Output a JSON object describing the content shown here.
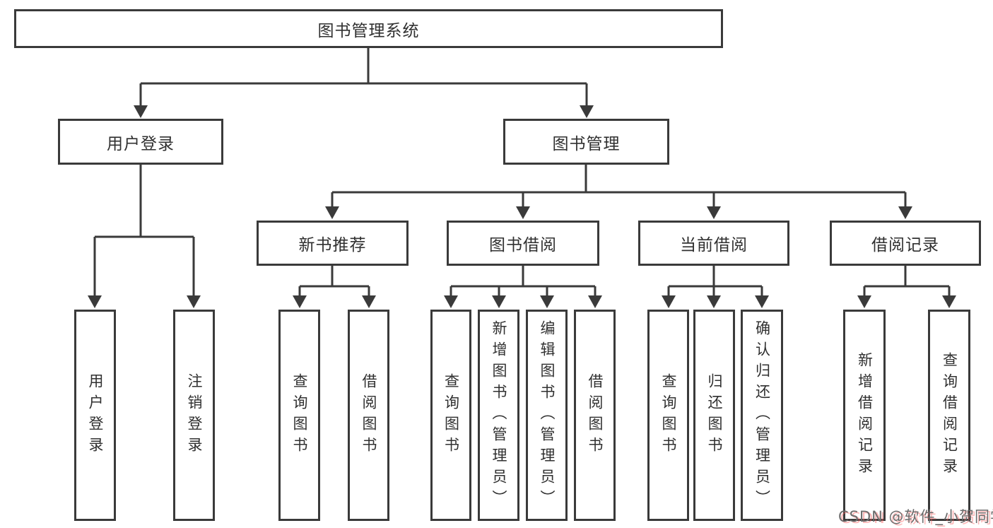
{
  "diagram_title": "图书管理系统",
  "nodes": {
    "root": {
      "label": "图书管理系统"
    },
    "level2": [
      {
        "label": "用户登录"
      },
      {
        "label": "图书管理"
      }
    ],
    "level3": [
      {
        "label": "新书推荐"
      },
      {
        "label": "图书借阅"
      },
      {
        "label": "当前借阅"
      },
      {
        "label": "借阅记录"
      }
    ],
    "leaves": [
      {
        "label": "用户登录"
      },
      {
        "label": "注销登录"
      },
      {
        "label": "查询图书"
      },
      {
        "label": "借阅图书"
      },
      {
        "label": "查询图书"
      },
      {
        "label": "新增图书（管理员）"
      },
      {
        "label": "编辑图书（管理员）"
      },
      {
        "label": "借阅图书"
      },
      {
        "label": "查询图书"
      },
      {
        "label": "归还图书"
      },
      {
        "label": "确认归还（管理员）"
      },
      {
        "label": "新增借阅记录"
      },
      {
        "label": "查询借阅记录"
      }
    ]
  },
  "hierarchy": {
    "图书管理系统": {
      "用户登录": [
        "用户登录",
        "注销登录"
      ],
      "图书管理": {
        "新书推荐": [
          "查询图书",
          "借阅图书"
        ],
        "图书借阅": [
          "查询图书",
          "新增图书（管理员）",
          "编辑图书（管理员）",
          "借阅图书"
        ],
        "当前借阅": [
          "查询图书",
          "归还图书",
          "确认归还（管理员）"
        ],
        "借阅记录": [
          "新增借阅记录",
          "查询借阅记录"
        ]
      }
    }
  },
  "watermark": {
    "text": "CSDN @软件_小贺同学"
  },
  "colors": {
    "background": "#ffffff",
    "line": "#3a3a3a",
    "box_border": "#3a3a3a",
    "text": "#303030",
    "watermark_text": "#6b6b6b",
    "watermark_accent": "#fa5f5f"
  }
}
